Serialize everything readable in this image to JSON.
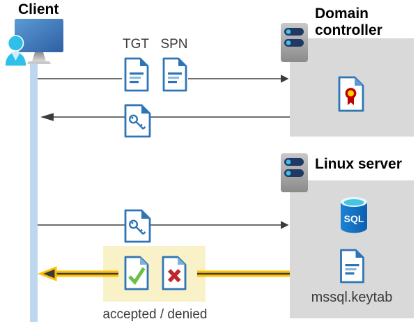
{
  "labels": {
    "client": "Client",
    "domain_controller": "Domain controller",
    "linux_server": "Linux server",
    "tgt": "TGT",
    "spn": "SPN",
    "sql": "SQL",
    "keytab": "mssql.keytab",
    "accepted_denied": "accepted / denied"
  },
  "colors": {
    "docblue": "#2E75B6",
    "doclight": "#8FBADC",
    "foldlight": "#7FB0DC",
    "green": "#6CBE45",
    "red": "#C0272D",
    "yellow": "#FFC000",
    "yellowbg": "#F9F1C8",
    "graybox": "#D9D9D9",
    "arrow": "#595959",
    "arrowdark": "#3B3B3B",
    "lifeline": "#BDD7EE",
    "navy": "#203864",
    "cyan": "#41C0E8",
    "persona": "#2EC0E8",
    "text": "#3A3A3A",
    "certgold": "#FFD400",
    "certred": "#C00000"
  },
  "icons": {
    "client": "monitor-with-user-icon",
    "server": "server-icon",
    "document": "document-icon",
    "key_document": "key-document-icon",
    "certificate": "certificate-document-icon",
    "sql_database": "sql-database-icon",
    "check_document": "accepted-document-icon",
    "x_document": "denied-document-icon"
  }
}
